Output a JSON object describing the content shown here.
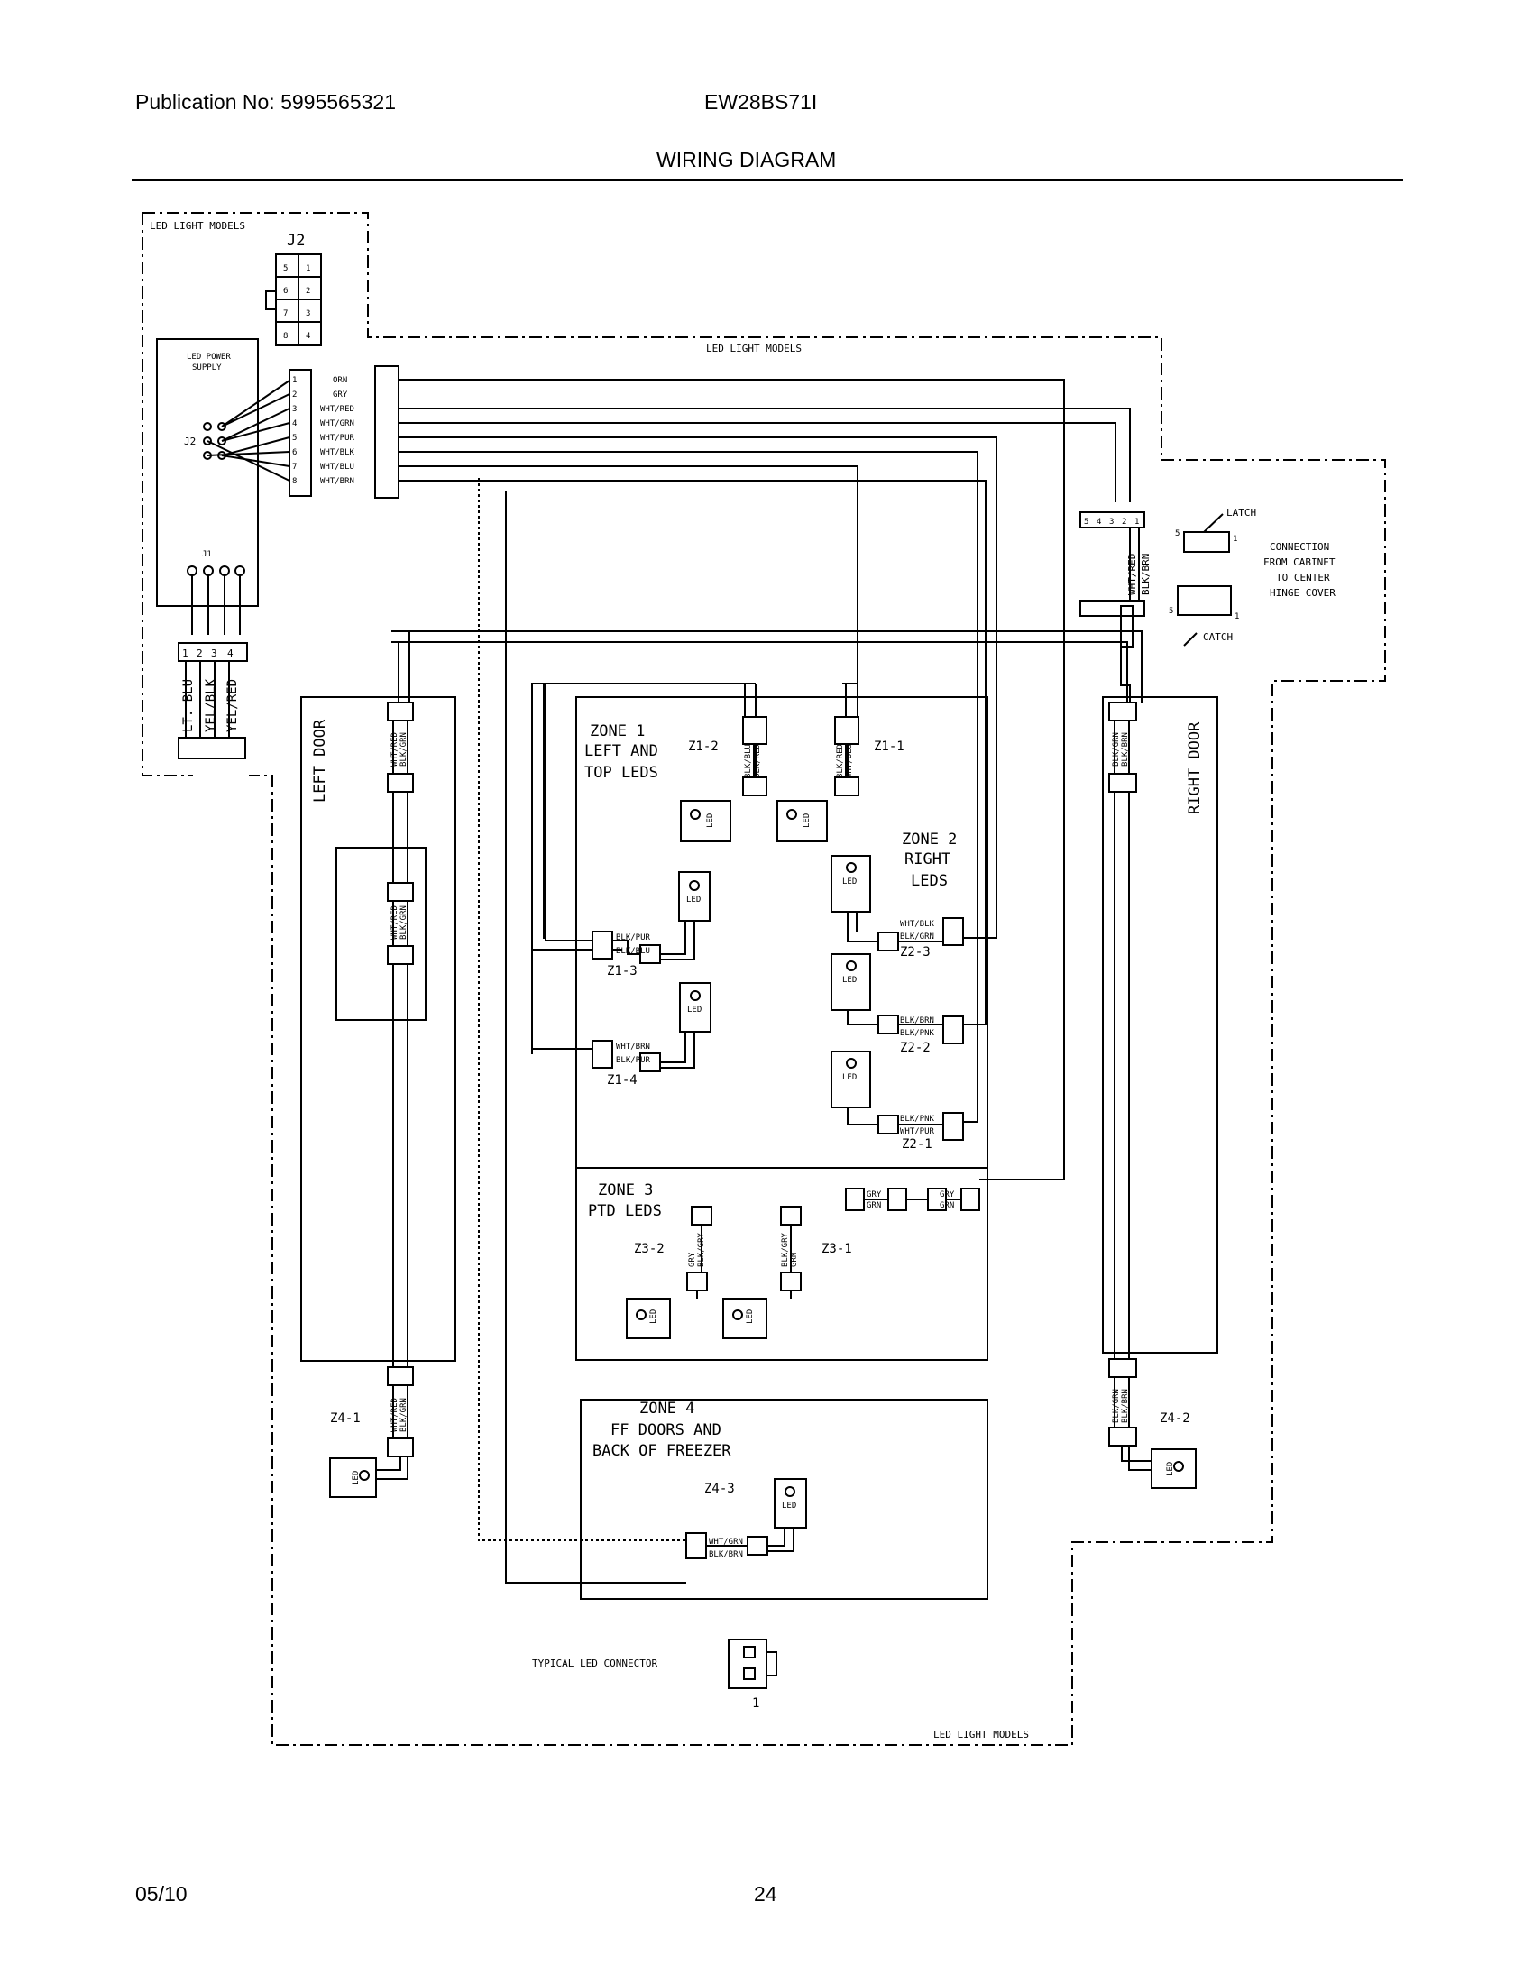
{
  "header": {
    "publication": "Publication No: 5995565321",
    "model": "EW28BS71I",
    "title": "WIRING DIAGRAM"
  },
  "footer": {
    "date": "05/10",
    "page": "24"
  },
  "diagram": {
    "led_models_top": "LED LIGHT MODELS",
    "led_models_mid": "LED LIGHT MODELS",
    "led_models_bottom": "LED LIGHT MODELS",
    "j2_label": "J2",
    "j2_pins": [
      "5",
      "1",
      "6",
      "2",
      "7",
      "3",
      "8",
      "4"
    ],
    "psu_line1": "LED POWER",
    "psu_line2": "SUPPLY",
    "psu_j2": "J2",
    "psu_j1": "J1",
    "harness_pins": [
      "1",
      "2",
      "3",
      "4",
      "5",
      "6",
      "7",
      "8"
    ],
    "harness_colors": [
      "ORN",
      "GRY",
      "WHT/RED",
      "WHT/GRN",
      "WHT/PUR",
      "WHT/BLK",
      "WHT/BLU",
      "WHT/BRN"
    ],
    "j1_pins": [
      "1",
      "2",
      "3",
      "4"
    ],
    "j1_wires": [
      "LT. BLU",
      "YEL/BLK",
      "YEL/RED"
    ],
    "left_door": "LEFT DOOR",
    "right_door": "RIGHT DOOR",
    "zone1_title": "ZONE 1",
    "zone1_l1": "LEFT AND",
    "zone1_l2": "TOP LEDS",
    "zone2_title": "ZONE 2",
    "zone2_l1": "RIGHT",
    "zone2_l2": "LEDS",
    "zone3_title": "ZONE 3",
    "zone3_l1": "PTD LEDS",
    "zone4_title": "ZONE 4",
    "zone4_l1": "FF DOORS AND",
    "zone4_l2": "BACK OF FREEZER",
    "z_labels": [
      "Z1-1",
      "Z1-2",
      "Z1-3",
      "Z1-4",
      "Z2-1",
      "Z2-2",
      "Z2-3",
      "Z3-1",
      "Z3-2",
      "Z4-1",
      "Z4-2",
      "Z4-3"
    ],
    "wire_pairs": {
      "z1_1": [
        "BLK/RED",
        "WHT/BLU"
      ],
      "z1_2": [
        "BLK/BLU",
        "BLK/RED"
      ],
      "z1_3": [
        "BLK/PUR",
        "BLK/BLU"
      ],
      "z1_4": [
        "WHT/BRN",
        "BLK/PUR"
      ],
      "z2_3": [
        "WHT/BLK",
        "BLK/GRN"
      ],
      "z2_2": [
        "BLK/BRN",
        "BLK/PNK"
      ],
      "z2_1": [
        "BLK/PNK",
        "WHT/PUR"
      ],
      "z3_2": [
        "GRY",
        "BLK/GRY"
      ],
      "z3_1": [
        "BLK/GRY",
        "GRN"
      ],
      "z3_top_a": [
        "GRY",
        "GRN"
      ],
      "z3_top_b": [
        "GRY",
        "GRN"
      ],
      "left_door_top": [
        "WHT/RED",
        "BLK/GRN"
      ],
      "left_door_mid": [
        "WHT/RED",
        "BLK/GRN"
      ],
      "left_door_bot": [
        "WHT/RED",
        "BLK/GRN"
      ],
      "right_door_top": [
        "BLK/GRN",
        "BLK/BRN"
      ],
      "right_door_bot": [
        "BLK/GRN",
        "BLK/BRN"
      ],
      "z4_3": [
        "WHT/GRN",
        "BLK/BRN"
      ],
      "hinge": [
        "WHT/RED",
        "BLK/BRN"
      ]
    },
    "led_text": "LED",
    "latch": "LATCH",
    "catch": "CATCH",
    "hinge_l1": "CONNECTION",
    "hinge_l2": "FROM CABINET",
    "hinge_l3": "TO CENTER",
    "hinge_l4": "HINGE COVER",
    "hinge_pins": [
      "5",
      "4",
      "3",
      "2",
      "1"
    ],
    "latch_num_a": "5",
    "latch_num_b": "1",
    "catch_num_a": "5",
    "catch_num_b": "1",
    "typical_connector": "TYPICAL LED CONNECTOR",
    "typical_connector_pin": "1"
  }
}
